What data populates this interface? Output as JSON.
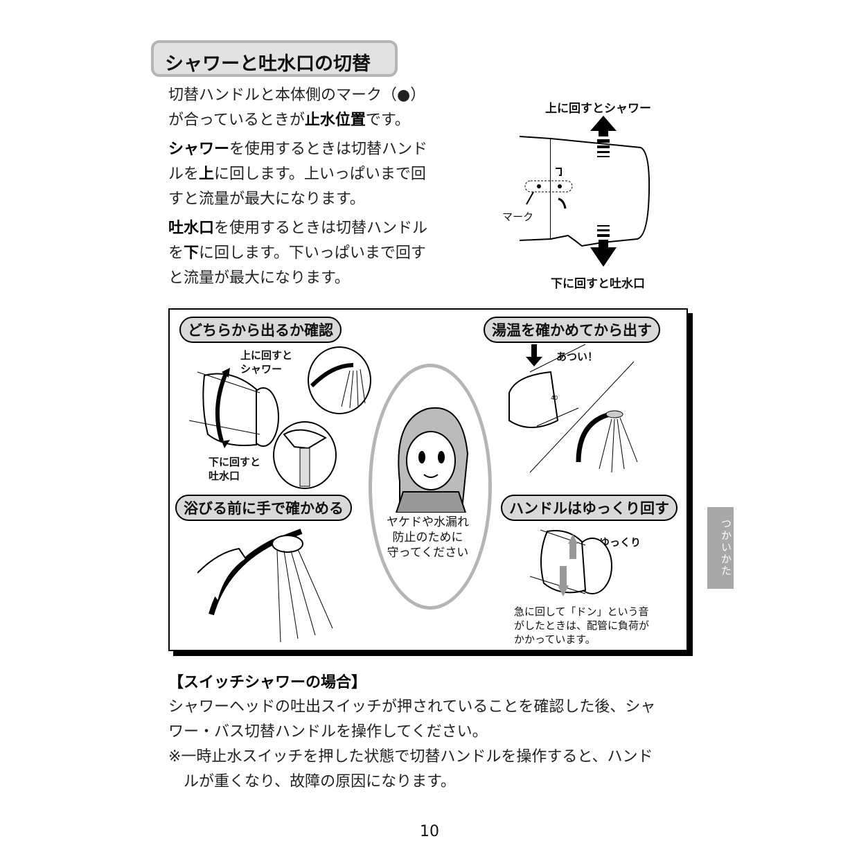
{
  "title": "シャワーと吐水口の切替",
  "intro": {
    "p1_line1": "切替ハンドルと本体側のマーク（●）",
    "p1_line2_pre": "が合っているときが",
    "p1_line2_bold": "止水位置",
    "p1_line2_post": "です。",
    "p2_bold": "シャワー",
    "p2_line1_post": "を使用するときは切替ハンド",
    "p2_line2_pre": "ルを",
    "p2_line2_bold": "上",
    "p2_line2_post": "に回します。上いっぱいまで回",
    "p2_line3": "すと流量が最大になります。",
    "p3_bold": "吐水口",
    "p3_line1_post": "を使用するときは切替ハンドル",
    "p3_line2_pre": "を",
    "p3_line2_bold": "下",
    "p3_line2_post": "に回します。下いっぱいまで回す",
    "p3_line3": "と流量が最大になります。"
  },
  "diagram": {
    "up_label": "上に回すとシャワー",
    "down_label": "下に回すと吐水口",
    "mark_label": "マーク"
  },
  "panel": {
    "check_title": "どちらから出るか確認",
    "check_up_1": "上に回すと",
    "check_up_2": "シャワー",
    "check_down_1": "下に回すと",
    "check_down_2": "吐水口",
    "temp_title": "湯温を確かめてから出す",
    "hot": "あつい！",
    "temp_mark": "40",
    "hand_title": "浴びる前に手で確かめる",
    "slow_title": "ハンドルはゆっくり回す",
    "slow": "ゆっくり",
    "slow_note_1": "急に回して「ドン」という音",
    "slow_note_2": "がしたときは、配管に負荷が",
    "slow_note_3": "かかっています。",
    "center_1": "ヤケドや水漏れ",
    "center_2": "防止のために",
    "center_3": "守ってください"
  },
  "switch_shower": {
    "heading": "【スイッチシャワーの場合】",
    "line1": "シャワーヘッドの吐出スイッチが押されていることを確認した後、シャ",
    "line2": "ワー・バス切替ハンドルを操作してください。",
    "line3": "※一時止水スイッチを押した状態で切替ハンドルを操作すると、ハンド",
    "line4": "ルが重くなり、故障の原因になります。"
  },
  "side_tab": "つかいかた",
  "page_number": "10"
}
